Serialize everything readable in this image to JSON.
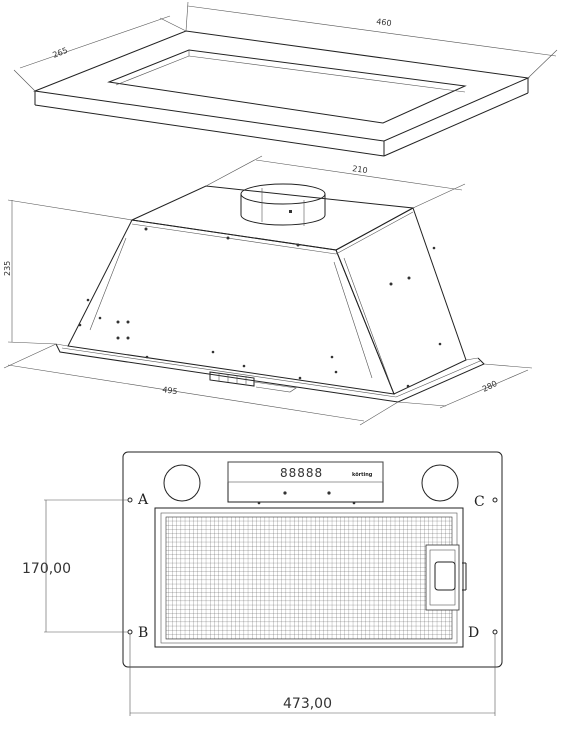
{
  "frame_dims": {
    "width": "460",
    "depth": "265"
  },
  "hood_dims": {
    "chimney": "210",
    "height": "235",
    "width": "495",
    "depth": "280"
  },
  "front_view": {
    "height_dim": "170,00",
    "width_dim": "473,00",
    "brand": "körting",
    "display": "88888",
    "points": {
      "a": "A",
      "b": "B",
      "c": "C",
      "d": "D"
    }
  }
}
